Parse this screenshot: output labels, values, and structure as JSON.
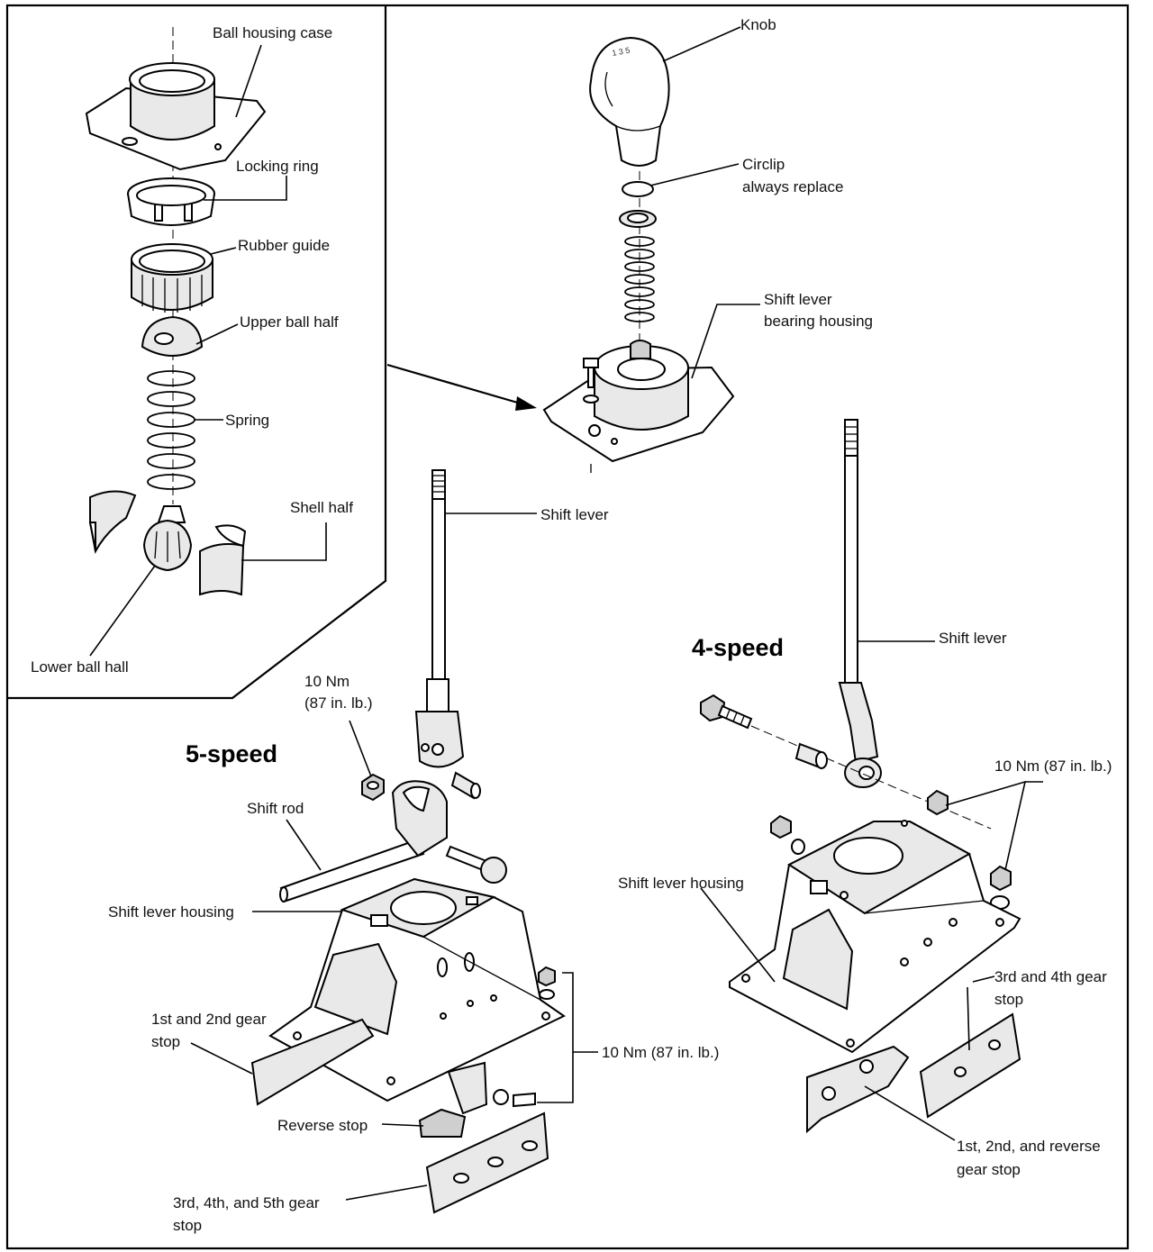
{
  "diagram": {
    "titles": {
      "five_speed": "5-speed",
      "four_speed": "4-speed"
    },
    "inset_labels": {
      "ball_housing_case": "Ball housing case",
      "locking_ring": "Locking ring",
      "rubber_guide": "Rubber guide",
      "upper_ball_half": "Upper ball half",
      "spring": "Spring",
      "shell_half": "Shell half",
      "lower_ball_half": "Lower ball hall"
    },
    "top_labels": {
      "knob": "Knob",
      "circlip_line1": "Circlip",
      "circlip_line2": "always replace",
      "bearing_line1": "Shift lever",
      "bearing_line2": "bearing housing"
    },
    "five_speed_labels": {
      "shift_lever": "Shift lever",
      "torque_line1": "10 Nm",
      "torque_line2": "(87 in. lb.)",
      "shift_rod": "Shift rod",
      "shift_lever_housing": "Shift lever housing",
      "gear_stop_12_line1": "1st and 2nd gear",
      "gear_stop_12_line2": "stop",
      "torque_right": "10 Nm (87 in. lb.)",
      "reverse_stop": "Reverse stop",
      "gear_stop_345_line1": "3rd, 4th, and 5th gear",
      "gear_stop_345_line2": "stop"
    },
    "four_speed_labels": {
      "shift_lever": "Shift lever",
      "torque": "10 Nm (87 in. lb.)",
      "shift_lever_housing": "Shift lever housing",
      "gear_stop_34_line1": "3rd and 4th gear",
      "gear_stop_34_line2": "stop",
      "gear_stop_12r_line1": "1st, 2nd, and reverse",
      "gear_stop_12r_line2": "gear stop"
    }
  }
}
